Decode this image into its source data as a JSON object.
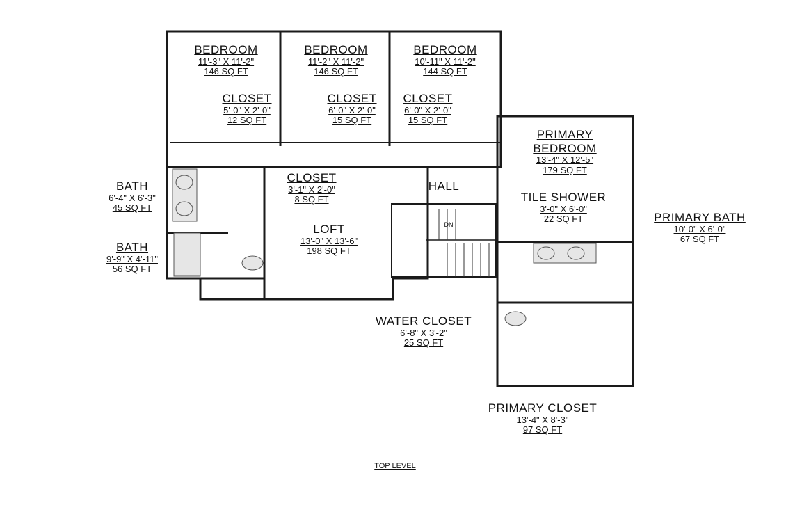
{
  "plan": {
    "title": "TOP LEVEL",
    "mirrored": true,
    "wall_color": "#1a1a1a",
    "wall_fill": "#9a9a9a",
    "fixture_fill": "#e6e6e6",
    "rooms": [
      {
        "id": "bedroom-1",
        "name": "BEDROOM",
        "dim": "11'-3\" X 11'-2\"",
        "area": "146 SQ FT"
      },
      {
        "id": "bedroom-2",
        "name": "BEDROOM",
        "dim": "11'-2\" X 11'-2\"",
        "area": "146 SQ FT"
      },
      {
        "id": "bedroom-3",
        "name": "BEDROOM",
        "dim": "10'-11\" X 11'-2\"",
        "area": "144 SQ FT"
      },
      {
        "id": "closet-1",
        "name": "CLOSET",
        "dim": "5'-0\" X 2'-0\"",
        "area": "12 SQ FT"
      },
      {
        "id": "closet-2",
        "name": "CLOSET",
        "dim": "6'-0\" X 2'-0\"",
        "area": "15 SQ FT"
      },
      {
        "id": "closet-3",
        "name": "CLOSET",
        "dim": "6'-0\" X 2'-0\"",
        "area": "15 SQ FT"
      },
      {
        "id": "primary-bedroom",
        "name": "PRIMARY BEDROOM",
        "dim": "13'-4\" X 12'-5\"",
        "area": "179 SQ FT"
      },
      {
        "id": "closet-hall",
        "name": "CLOSET",
        "dim": "3'-1\" X 2'-0\"",
        "area": "8 SQ FT"
      },
      {
        "id": "hall",
        "name": "HALL",
        "dim": "",
        "area": ""
      },
      {
        "id": "bath-1",
        "name": "BATH",
        "dim": "6'-4\" X 6'-3\"",
        "area": "45 SQ FT"
      },
      {
        "id": "bath-2",
        "name": "BATH",
        "dim": "9'-9\" X 4'-11\"",
        "area": "56 SQ FT"
      },
      {
        "id": "loft",
        "name": "LOFT",
        "dim": "13'-0\" X 13'-6\"",
        "area": "198 SQ FT"
      },
      {
        "id": "tile-shower",
        "name": "TILE SHOWER",
        "dim": "3'-0\" X 6'-0\"",
        "area": "22 SQ FT"
      },
      {
        "id": "primary-bath",
        "name": "PRIMARY BATH",
        "dim": "10'-0\" X 6'-0\"",
        "area": "67 SQ FT"
      },
      {
        "id": "water-closet",
        "name": "WATER CLOSET",
        "dim": "6'-8\" X 3'-2\"",
        "area": "25 SQ FT"
      },
      {
        "id": "primary-closet",
        "name": "PRIMARY CLOSET",
        "dim": "13'-4\" X 8'-3\"",
        "area": "97 SQ FT"
      }
    ],
    "stair_label": "DN"
  }
}
